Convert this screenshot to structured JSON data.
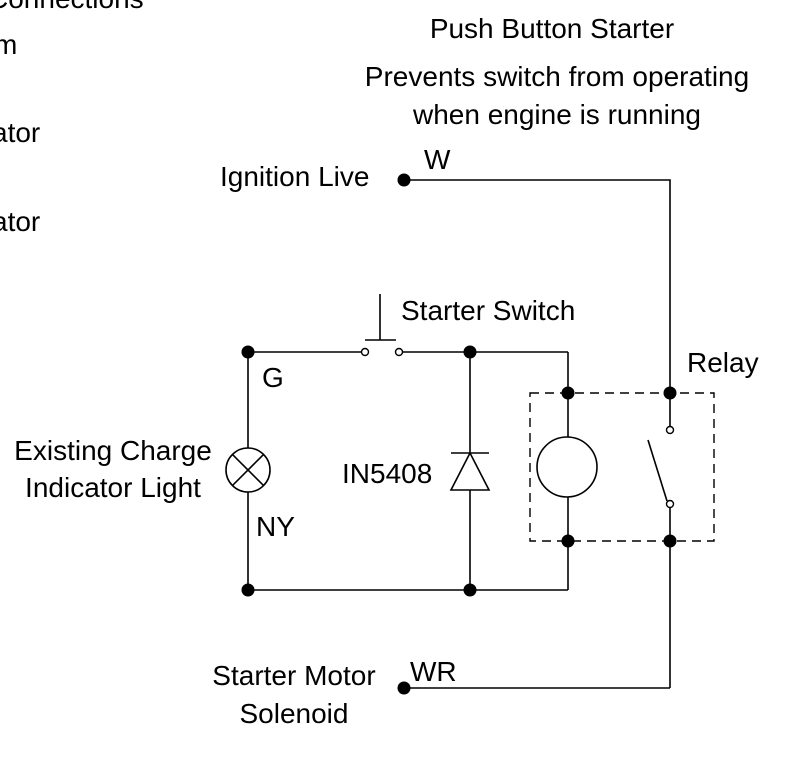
{
  "cropped_text": {
    "line1": "Connections",
    "line2": "m",
    "line3": "ator",
    "line4": "ator"
  },
  "title": "Push Button Starter",
  "note_line1": "Prevents switch from operating",
  "note_line2": "when engine is running",
  "labels": {
    "ignition_live": "Ignition Live",
    "w": "W",
    "starter_switch": "Starter Switch",
    "relay": "Relay",
    "g": "G",
    "charge_light_line1": "Existing Charge",
    "charge_light_line2": "Indicator Light",
    "diode": "IN5408",
    "ny": "NY",
    "starter_motor_line1": "Starter Motor",
    "starter_motor_line2": "Solenoid",
    "wr": "WR"
  }
}
